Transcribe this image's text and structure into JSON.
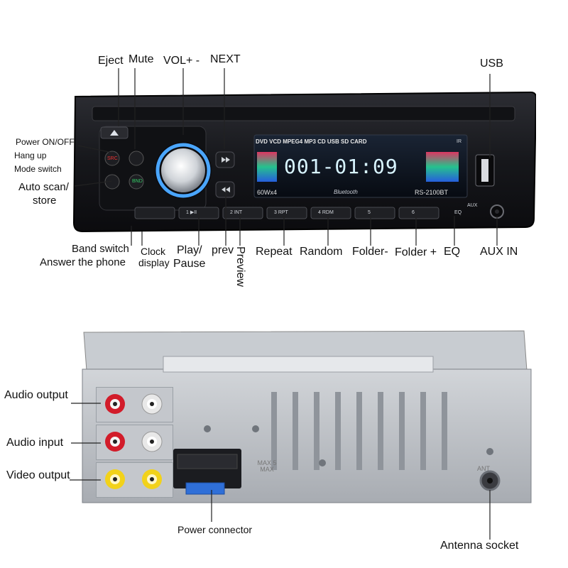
{
  "front_labels": {
    "eject": "Eject",
    "mute": "Mute",
    "vol": "VOL+ -",
    "next": "NEXT",
    "usb": "USB",
    "power": "Power ON/OFF",
    "hangup": "Hang up",
    "mode": "Mode switch",
    "autoscan": "Auto scan/",
    "store": "store",
    "band": "Band switch",
    "answer": "Answer the phone",
    "clock": "Clock",
    "display": "display",
    "play": "Play/",
    "pause": "Pause",
    "prev": "prev",
    "preview": "Preview",
    "repeat": "Repeat",
    "random": "Random",
    "folder_minus": "Folder-",
    "folder_plus": "Folder +",
    "eq": "EQ",
    "aux": "AUX IN"
  },
  "faceplate": {
    "formats": "DVD VCD MPEG4 MP3 CD USB SD CARD",
    "display_text": "001-01:09",
    "power_rating": "60Wx4",
    "bluetooth": "Bluetooth",
    "model": "RS-2100BT",
    "ir": "IR",
    "aux": "AUX",
    "src": "SRC",
    "bnd": "BND",
    "buttons": [
      "1 ▶II",
      "2 INT",
      "3 RPT",
      "4 RDM",
      "5",
      "6",
      "EQ"
    ]
  },
  "rear_labels": {
    "audio_output": "Audio output",
    "audio_input": "Audio input",
    "video_output": "Video output",
    "power_connector": "Power connector",
    "antenna": "Antenna socket",
    "fuse": "MAX 5 MAX",
    "ant": "ANT"
  },
  "colors": {
    "body": "#1a1b1f",
    "display_bg": "#0d1420",
    "display_text": "#d8f4ff",
    "knob_ring": "#4aa6ff",
    "chassis": "#bfc3c8",
    "rca_red": "#d21c2a",
    "rca_white": "#e8e8e8",
    "rca_yellow": "#f2d21a"
  }
}
